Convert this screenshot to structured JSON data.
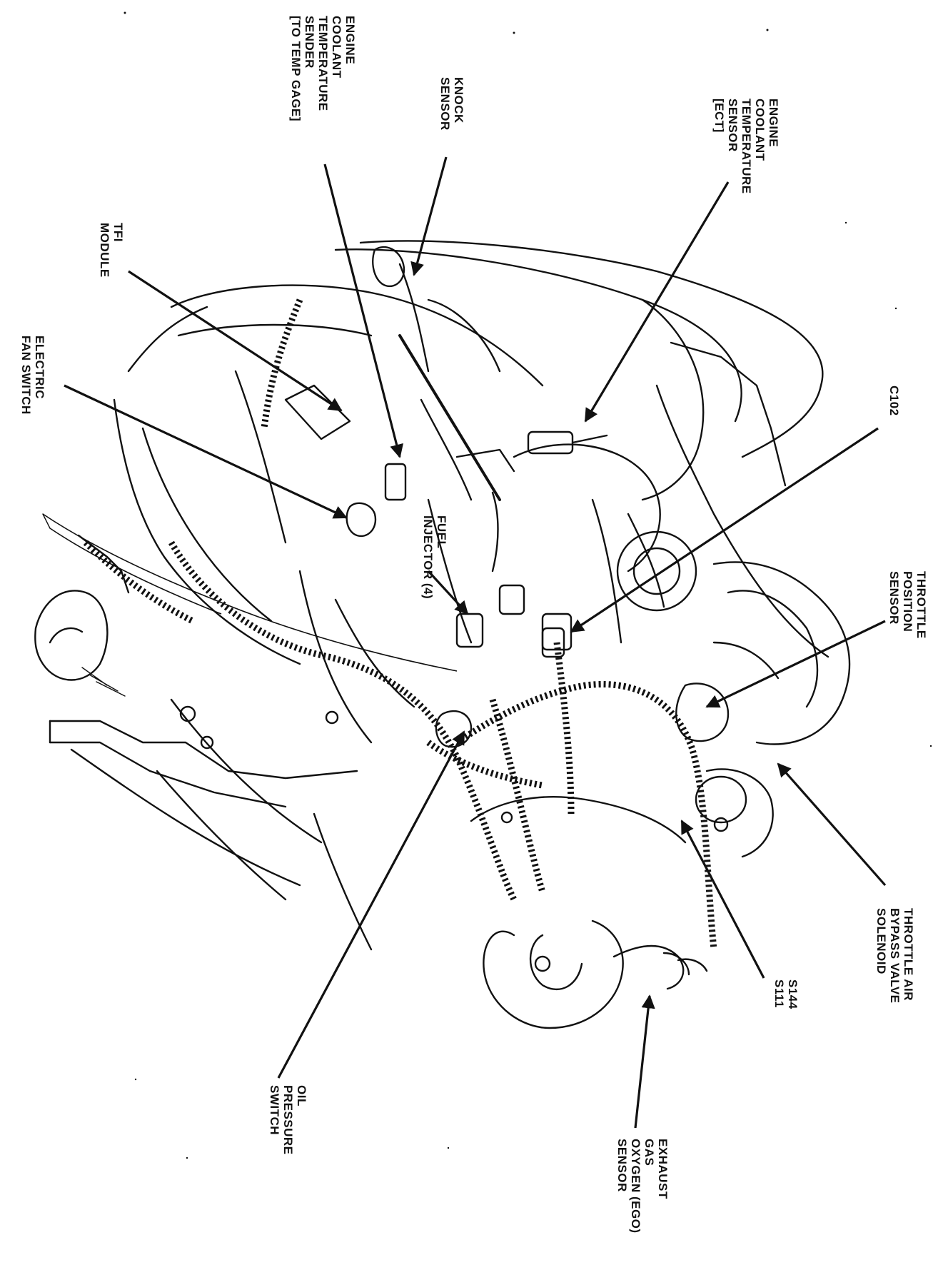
{
  "labels": {
    "engine_coolant_sender": [
      "ENGINE",
      "COOLANT",
      "TEMPERATURE",
      "SENDER",
      "[TO TEMP GAGE]"
    ],
    "knock_sensor": [
      "KNOCK",
      "SENSOR"
    ],
    "ect_sensor": [
      "ENGINE",
      "COOLANT",
      "TEMPERATURE",
      "SENSOR",
      "[ECT]"
    ],
    "tfi_module": [
      "TFI",
      "MODULE"
    ],
    "electric_fan_switch": [
      "ELECTRIC",
      "FAN SWITCH"
    ],
    "c102": [
      "C102"
    ],
    "fuel_injector": [
      "FUEL",
      "INJECTOR (4)"
    ],
    "throttle_position_sensor": [
      "THROTTLE",
      "POSITION",
      "SENSOR"
    ],
    "throttle_air_bypass": [
      "THROTTLE AIR",
      "BYPASS VALVE",
      "SOLENOID"
    ],
    "splices": [
      "S144",
      "S111"
    ],
    "oil_pressure_switch": [
      "OIL",
      "PRESSURE",
      "SWITCH"
    ],
    "ego_sensor": [
      "EXHAUST",
      "GAS",
      "OXYGEN (EGO)",
      "SENSOR"
    ]
  },
  "colors": {
    "ink": "#111111",
    "paper": "#ffffff"
  }
}
